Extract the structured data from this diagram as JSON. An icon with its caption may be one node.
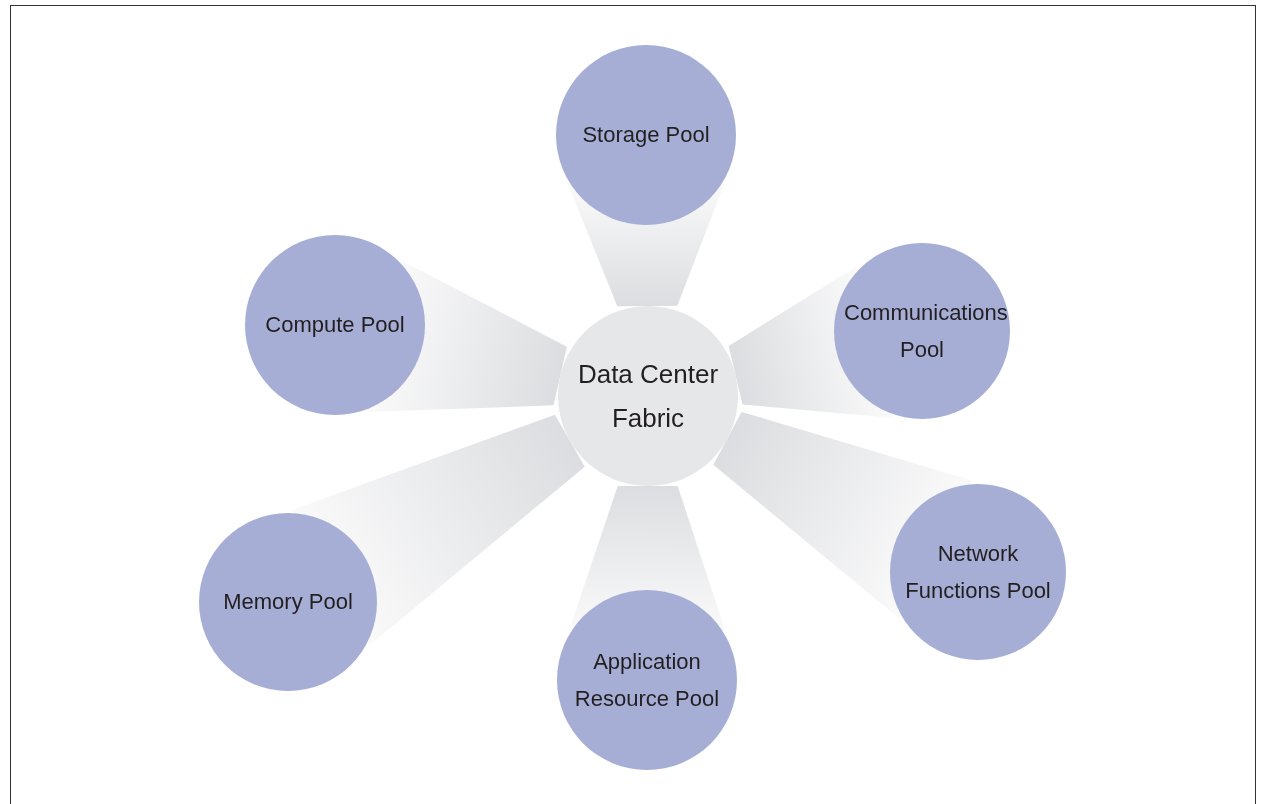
{
  "diagram": {
    "nodes": [
      {
        "text": [
          "Data Center Fabric"
        ]
      },
      {
        "text": [
          "Storage Pool"
        ]
      },
      {
        "text": [
          "Compute Pool"
        ]
      },
      {
        "text": [
          "Communications Pool"
        ]
      },
      {
        "text": [
          "Memory Pool"
        ]
      },
      {
        "text": [
          "Network Functions Pool"
        ]
      },
      {
        "text": [
          "Application Resource Pool"
        ]
      }
    ],
    "edges": [
      {
        "from": 0,
        "to": 1,
        "arrow": "none"
      },
      {
        "from": 0,
        "to": 2,
        "arrow": "none"
      },
      {
        "from": 0,
        "to": 3,
        "arrow": "none"
      },
      {
        "from": 0,
        "to": 4,
        "arrow": "none"
      },
      {
        "from": 0,
        "to": 5,
        "arrow": "none"
      },
      {
        "from": 0,
        "to": 6,
        "arrow": "none"
      }
    ]
  }
}
